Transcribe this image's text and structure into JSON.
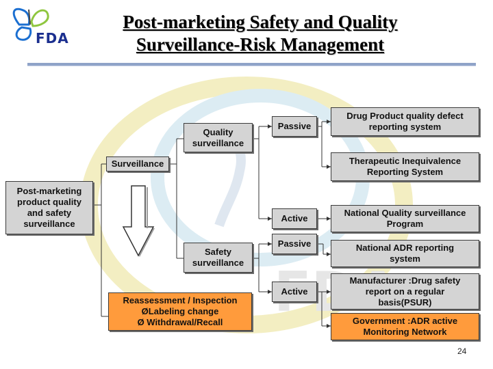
{
  "header": {
    "title_line1": "Post-marketing Safety and Quality",
    "title_line2": "Surveillance-Risk Management",
    "logo_text": "FDA"
  },
  "diagram": {
    "root": "Post-marketing\nproduct quality\nand safety\nsurveillance",
    "surveillance": "Surveillance",
    "quality_surveillance": "Quality\nsurveillance",
    "safety_surveillance": "Safety\nsurveillance",
    "reassessment": "Reassessment / Inspection\nØLabeling change\nØ Withdrawal/Recall",
    "quality_passive": "Passive",
    "quality_active": "Active",
    "safety_passive": "Passive",
    "safety_active": "Active",
    "drug_defect": "Drug Product quality defect\nreporting system",
    "therapeutic": "Therapeutic Inequivalence\nReporting System",
    "national_quality": "National Quality surveillance\nProgram",
    "national_adr": "National ADR reporting\nsystem",
    "manufacturer": "Manufacturer :Drug safety\nreport on a regular\nbasis(PSUR)",
    "government": "Government :ADR active\nMonitoring Network"
  },
  "footer": {
    "page_number": "24"
  },
  "colors": {
    "box_gray": "#d4d4d4",
    "box_orange": "#ff9b3c",
    "title_rule": "#8fa3c8",
    "logo_blue": "#1b2f8f"
  }
}
